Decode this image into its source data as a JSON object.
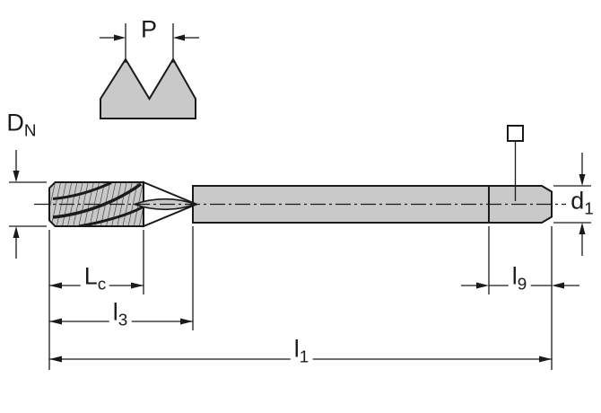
{
  "colors": {
    "line": "#1a1a1a",
    "part-fill": "#c9c9c9",
    "cone-fill": "#ffffff",
    "hatch": "#222222",
    "background": "#ffffff"
  },
  "labels": {
    "p": {
      "base": "P",
      "sub": ""
    },
    "dn": {
      "base": "D",
      "sub": "N"
    },
    "d1": {
      "base": "d",
      "sub": "1"
    },
    "lc": {
      "base": "L",
      "sub": "c"
    },
    "l3": {
      "base": "l",
      "sub": "3"
    },
    "l9": {
      "base": "l",
      "sub": "9"
    },
    "l1": {
      "base": "l",
      "sub": "1"
    }
  },
  "symbols": {
    "square_drive": "square-outline"
  }
}
